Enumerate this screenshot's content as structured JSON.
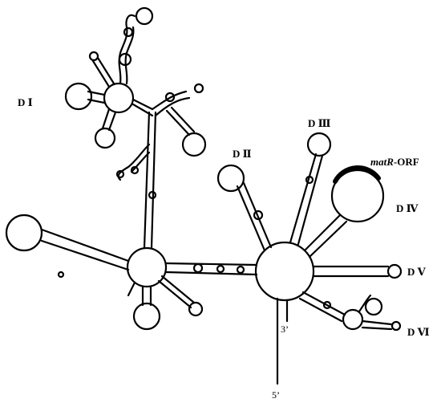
{
  "labels": {
    "d1": "D Ⅰ",
    "d2": "D Ⅱ",
    "d3": "D Ⅲ",
    "d4": "D Ⅳ",
    "d5": "D Ⅴ",
    "d6": "D Ⅵ",
    "matr_italic": "matR",
    "matr_rest": "-ORF",
    "three_prime": "3’",
    "five_prime": "5’"
  }
}
